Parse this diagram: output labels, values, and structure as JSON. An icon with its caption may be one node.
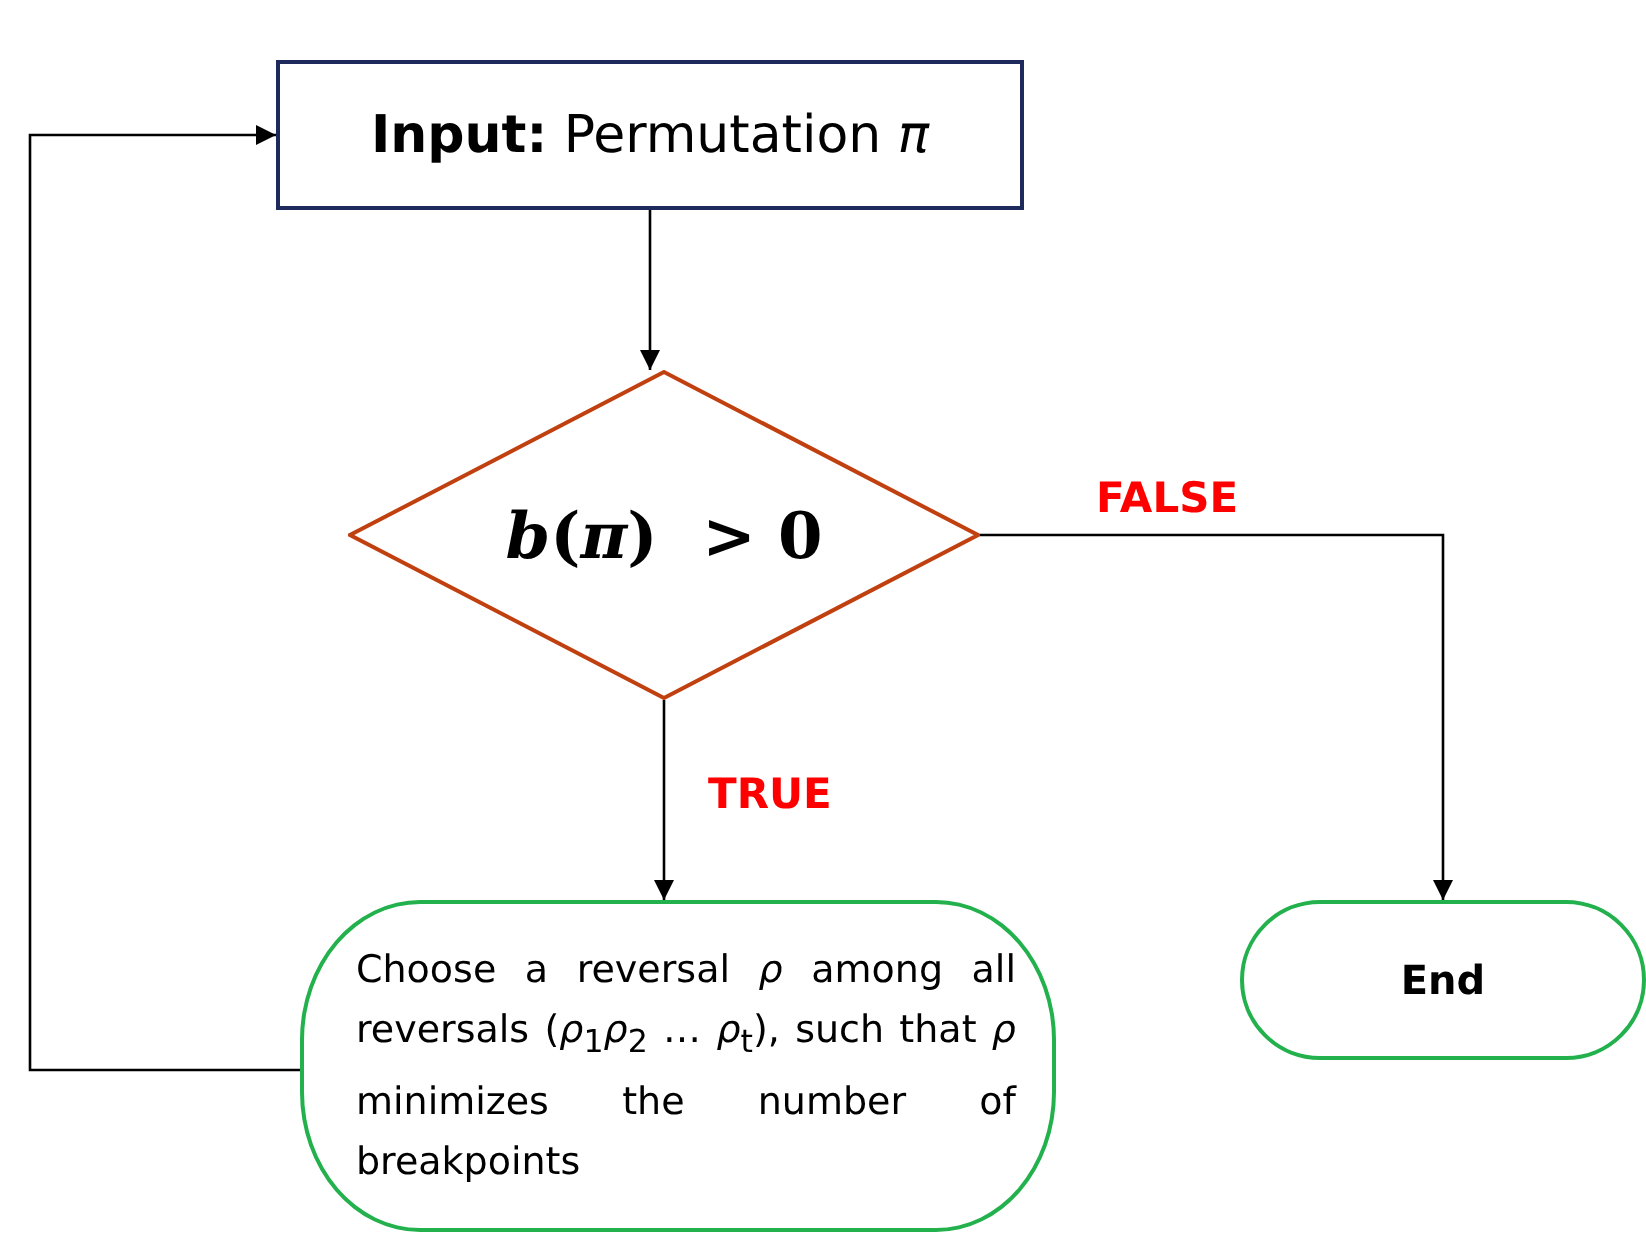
{
  "diagram": {
    "nodes": [
      {
        "text": [
          "**Input:** Permutation *π*"
        ]
      },
      {
        "text": [
          "*b*(*π*)  > 0"
        ]
      },
      {
        "text": [
          "Choose a reversal *ρ* among all reversals (*ρ*$_{1}$*ρ*$_{2}$ … *ρ*$_{t}$), such that *ρ* minimizes the number of breakpoints"
        ]
      },
      {
        "text": [
          "End"
        ]
      }
    ],
    "edges": [
      {
        "from": 0,
        "to": 1,
        "arrow": "to"
      },
      {
        "from": 1,
        "to": 2,
        "arrow": "to",
        "label": "TRUE"
      },
      {
        "from": 1,
        "to": 3,
        "arrow": "to",
        "label": "FALSE"
      },
      {
        "from": 2,
        "to": 0,
        "arrow": "to"
      }
    ]
  }
}
